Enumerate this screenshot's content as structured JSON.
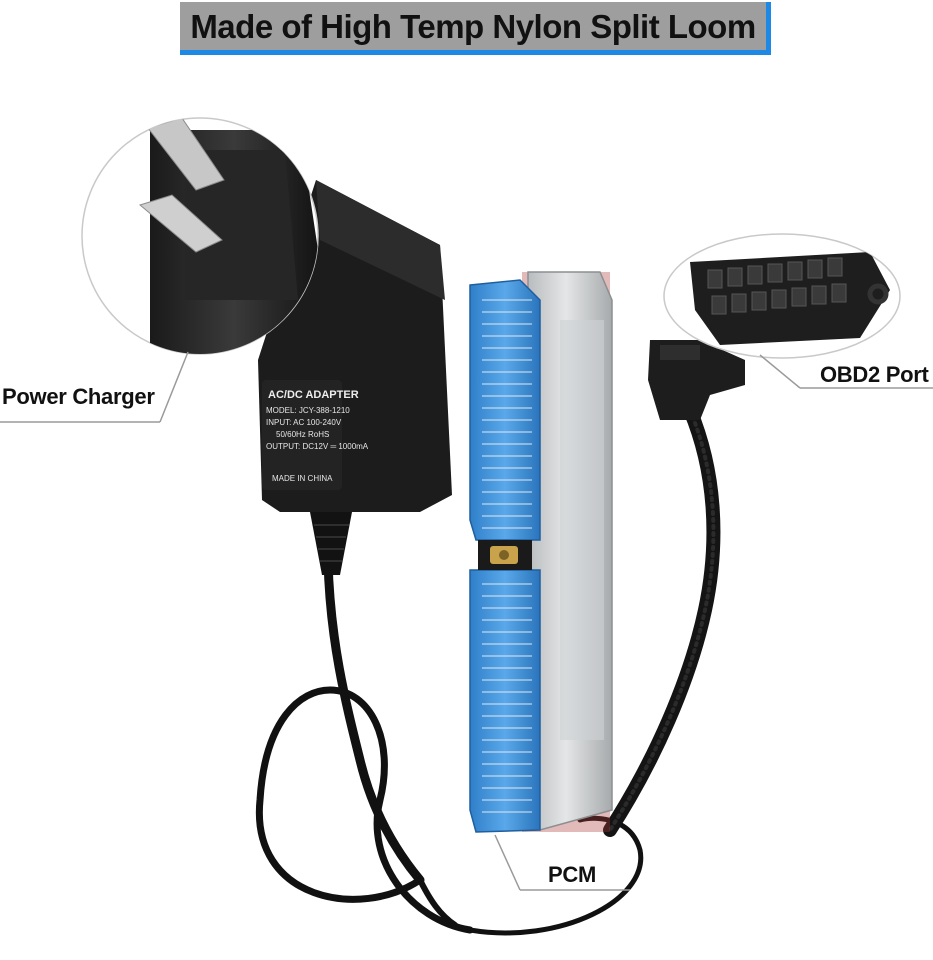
{
  "banner": {
    "title": "Made of High Temp Nylon Split Loom"
  },
  "labels": {
    "power_charger": "Power Charger",
    "obd2_port": "OBD2 Port",
    "pcm": "PCM"
  },
  "adapter_print": {
    "heading": "AC/DC ADAPTER",
    "model": "MODEL: JCY-388-1210",
    "input": "INPUT: AC 100-240V",
    "freq": "50/60Hz   RoHS",
    "output": "OUTPUT: DC12V ═ 1000mA",
    "origin": "MADE IN CHINA"
  },
  "colors": {
    "banner_bg": "#9e9e9e",
    "banner_accent": "#1e88e5",
    "connector_blue": "#3d8fd6"
  }
}
